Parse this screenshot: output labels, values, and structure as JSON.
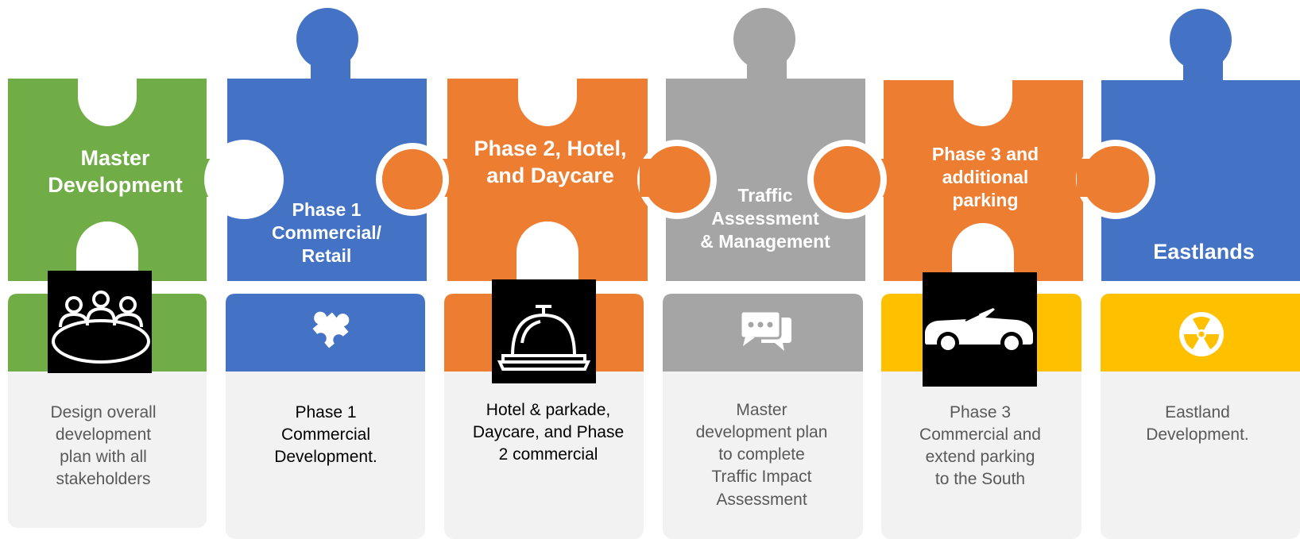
{
  "colors": {
    "green": "#70ad47",
    "blue": "#4472c4",
    "orange": "#ed7d31",
    "gray": "#a5a5a5",
    "yellow": "#ffc000",
    "card_gray": "#f2f2f2",
    "text_gray": "#595959",
    "text_black": "#000000",
    "icon_black": "#000000",
    "white": "#ffffff"
  },
  "stages": [
    {
      "title": "Master\nDevelopment",
      "icon": "meeting-table-icon",
      "description": "Design overall\ndevelopment\nplan with all\nstakeholders"
    },
    {
      "title": "Phase 1\nCommercial/\nRetail",
      "icon": "puzzle-piece-icon",
      "description": "Phase 1\nCommercial\nDevelopment."
    },
    {
      "title": "Phase 2, Hotel,\nand Daycare",
      "icon": "service-bell-icon",
      "description": "Hotel & parkade,\nDaycare, and Phase\n2 commercial"
    },
    {
      "title": "Traffic\nAssessment\n& Management",
      "icon": "chat-bubbles-icon",
      "description": "Master\ndevelopment plan\nto complete\nTraffic Impact\nAssessment"
    },
    {
      "title": "Phase 3 and\nadditional\nparking",
      "icon": "convertible-car-icon",
      "description": "Phase 3\nCommercial and\nextend parking\nto the South"
    },
    {
      "title": "Eastlands",
      "icon": "radiation-icon",
      "description": "Eastland\nDevelopment."
    }
  ]
}
